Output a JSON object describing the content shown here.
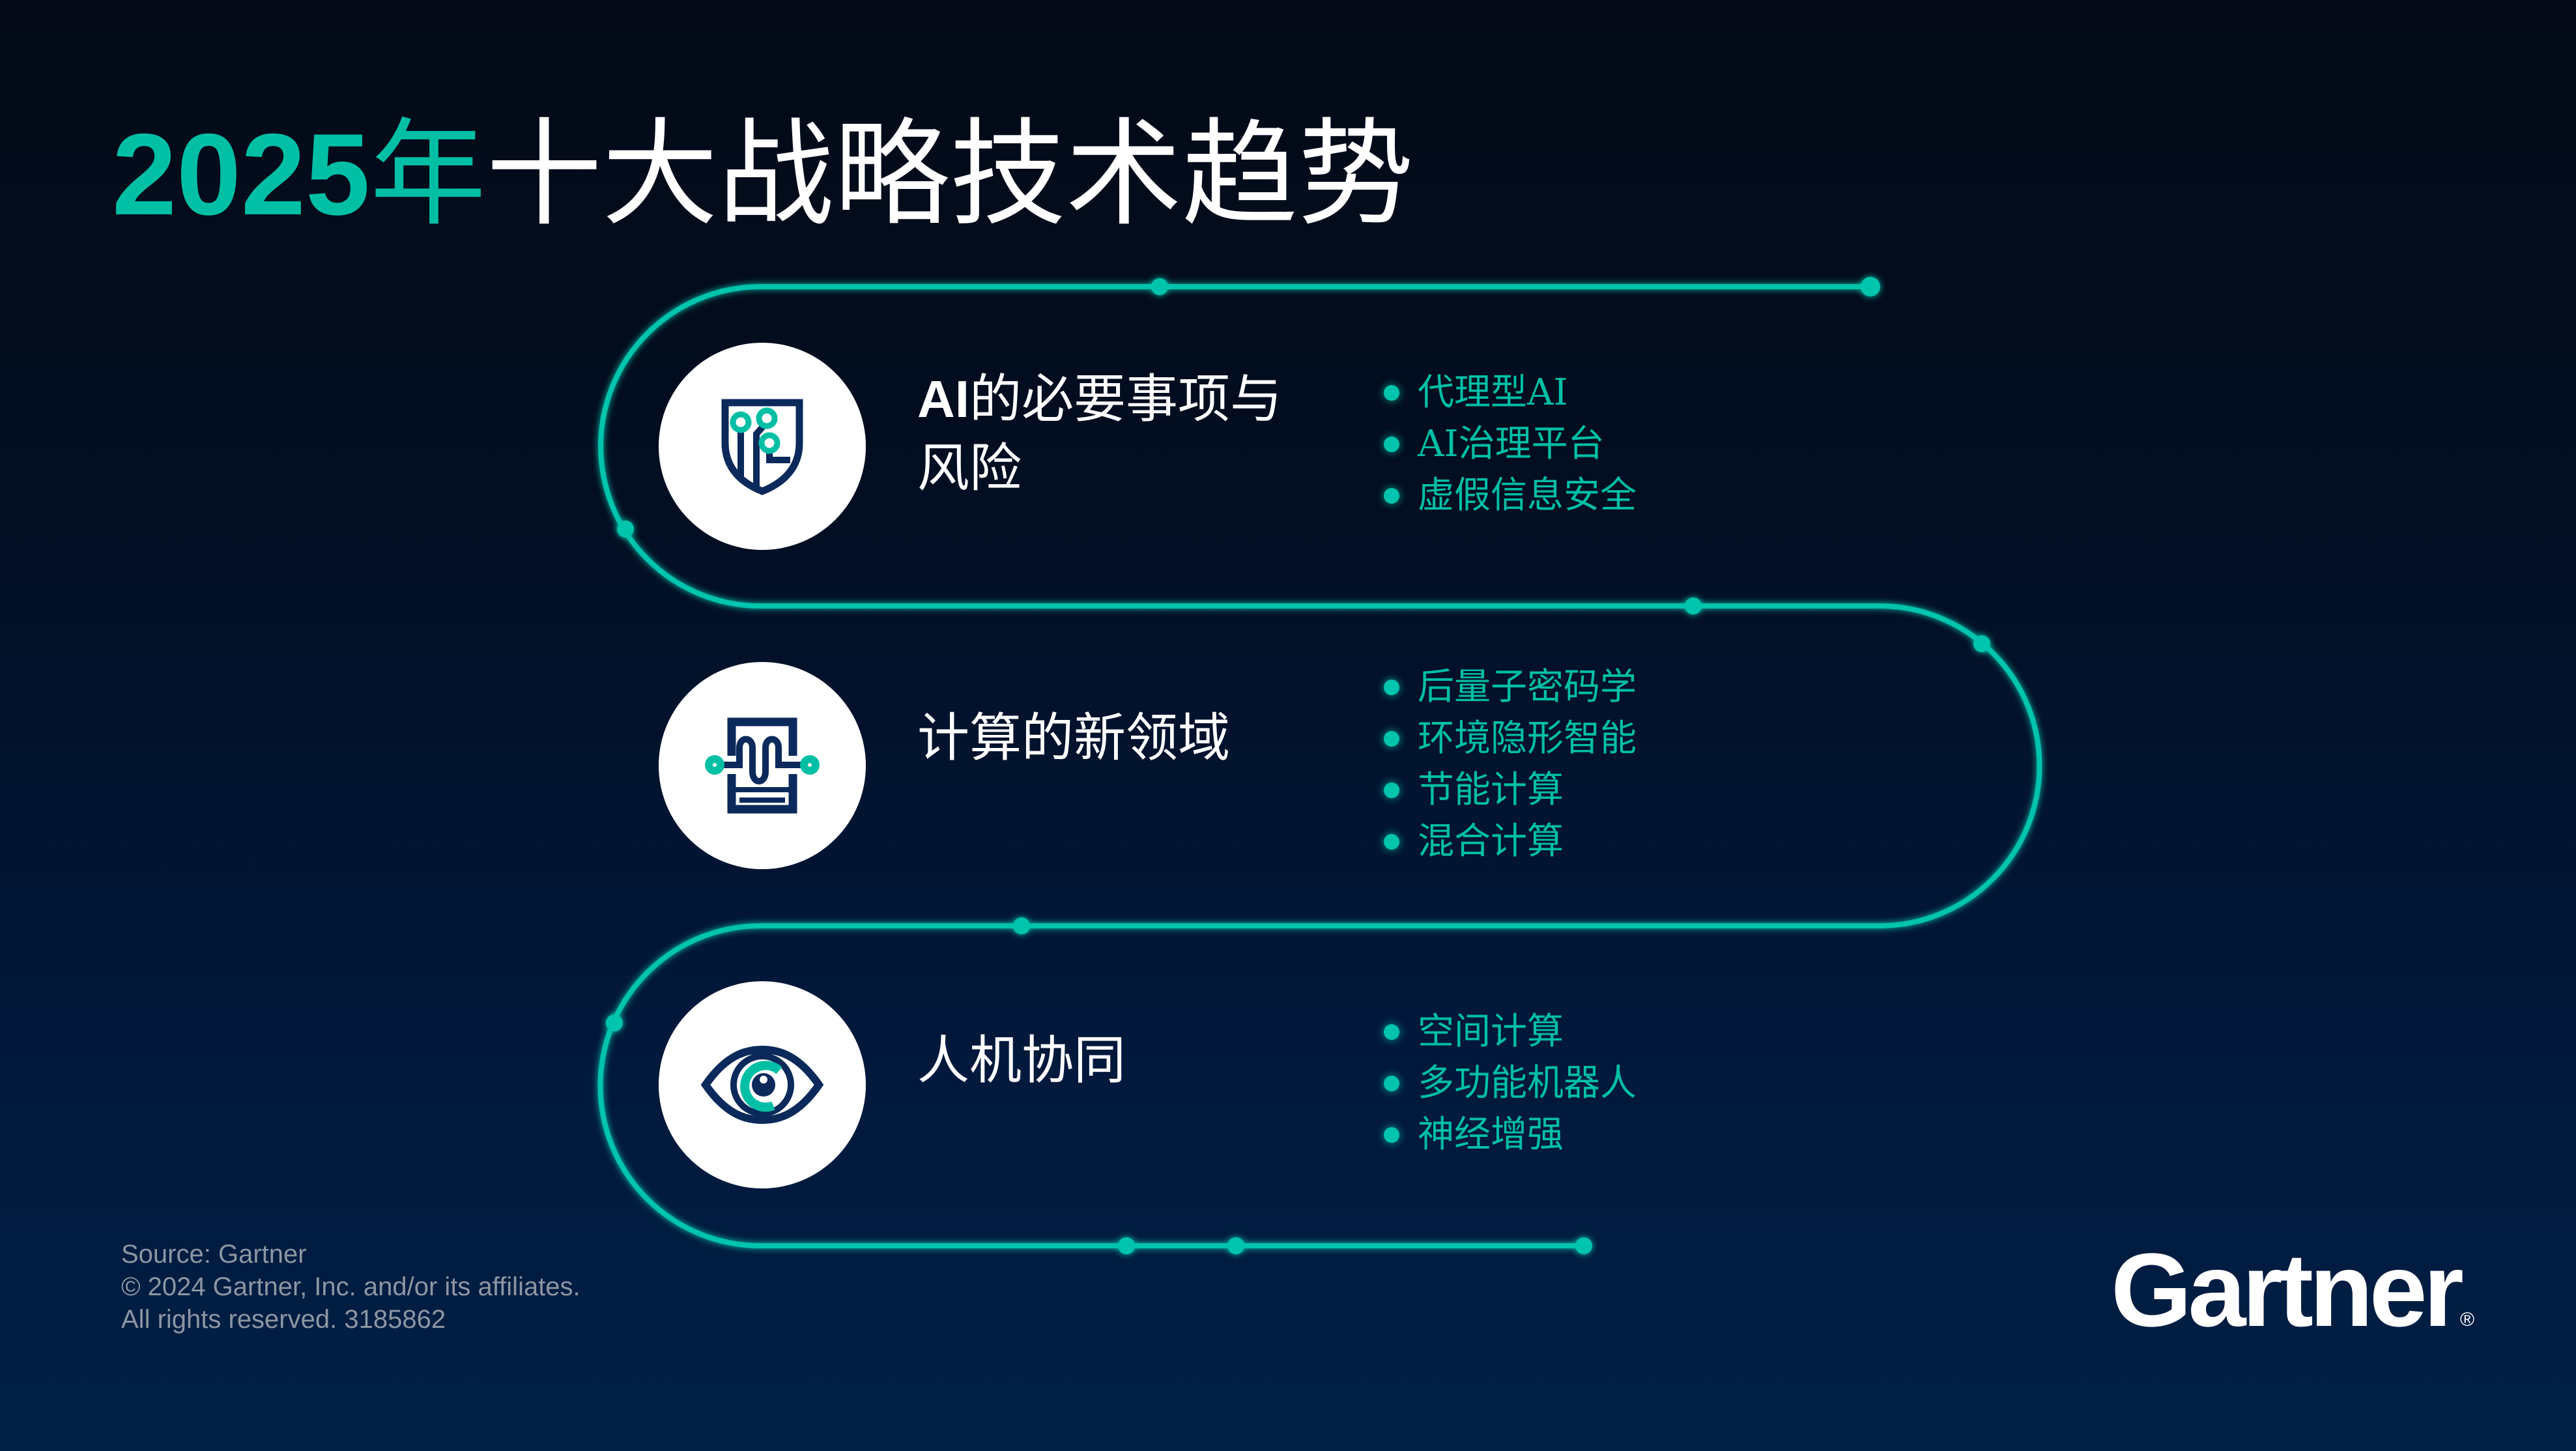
{
  "title": {
    "year": "2025",
    "nian": "年",
    "rest": "十大战略技术趋势"
  },
  "sections": [
    {
      "icon": "shield-circuit-icon",
      "heading_prefix": "AI",
      "heading_line1": "的必要事项与",
      "heading_line2": "风险",
      "bullets": [
        "代理型AI",
        "AI治理平台",
        "虚假信息安全"
      ]
    },
    {
      "icon": "chip-wave-icon",
      "heading_line1": "计算的新领域",
      "bullets": [
        "后量子密码学",
        "环境隐形智能",
        "节能计算",
        "混合计算"
      ]
    },
    {
      "icon": "eye-icon",
      "heading_line1": "人机协同",
      "bullets": [
        "空间计算",
        "多功能机器人",
        "神经增强"
      ]
    }
  ],
  "footer": {
    "line1": "Source: Gartner",
    "line2": "© 2024 Gartner, Inc. and/or its affiliates.",
    "line3": "All rights reserved. 3185862"
  },
  "logo": {
    "text": "Gartner",
    "mark": "®"
  },
  "colors": {
    "accent": "#00bfa5",
    "icon_navy": "#0b2a5b",
    "background_top": "#030a16",
    "background_bottom": "#002046",
    "text": "#ffffff",
    "footer_text": "#8c96a3"
  }
}
